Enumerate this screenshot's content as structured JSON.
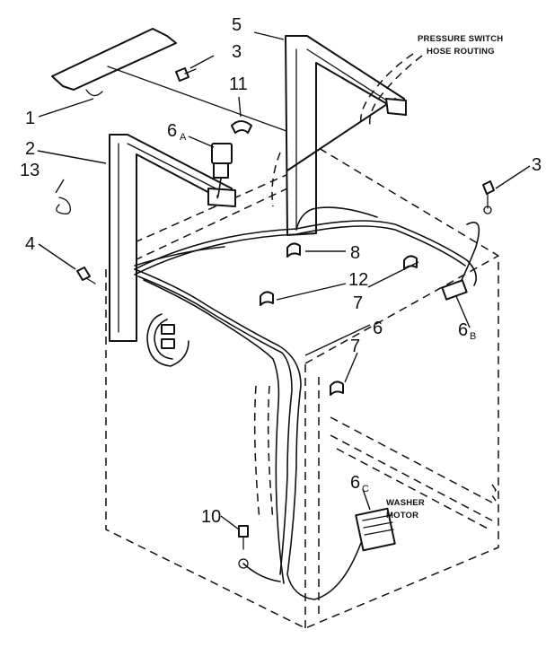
{
  "callouts": {
    "c1": "1",
    "c2": "2",
    "c3_top": "3",
    "c3_right": "3",
    "c4": "4",
    "c5": "5",
    "c6": "6",
    "c6a": "6",
    "c6a_sub": "A",
    "c6b": "6",
    "c6b_sub": "B",
    "c6c": "6",
    "c6c_sub": "C",
    "c7_upper": "7",
    "c7_lower": "7",
    "c8": "8",
    "c10": "10",
    "c11": "11",
    "c12": "12",
    "c13": "13"
  },
  "notes": {
    "pressure_switch_line1": "PRESSURE SWITCH",
    "pressure_switch_line2": "HOSE ROUTING",
    "washer_motor_line1": "WASHER",
    "washer_motor_line2": "MOTOR"
  }
}
